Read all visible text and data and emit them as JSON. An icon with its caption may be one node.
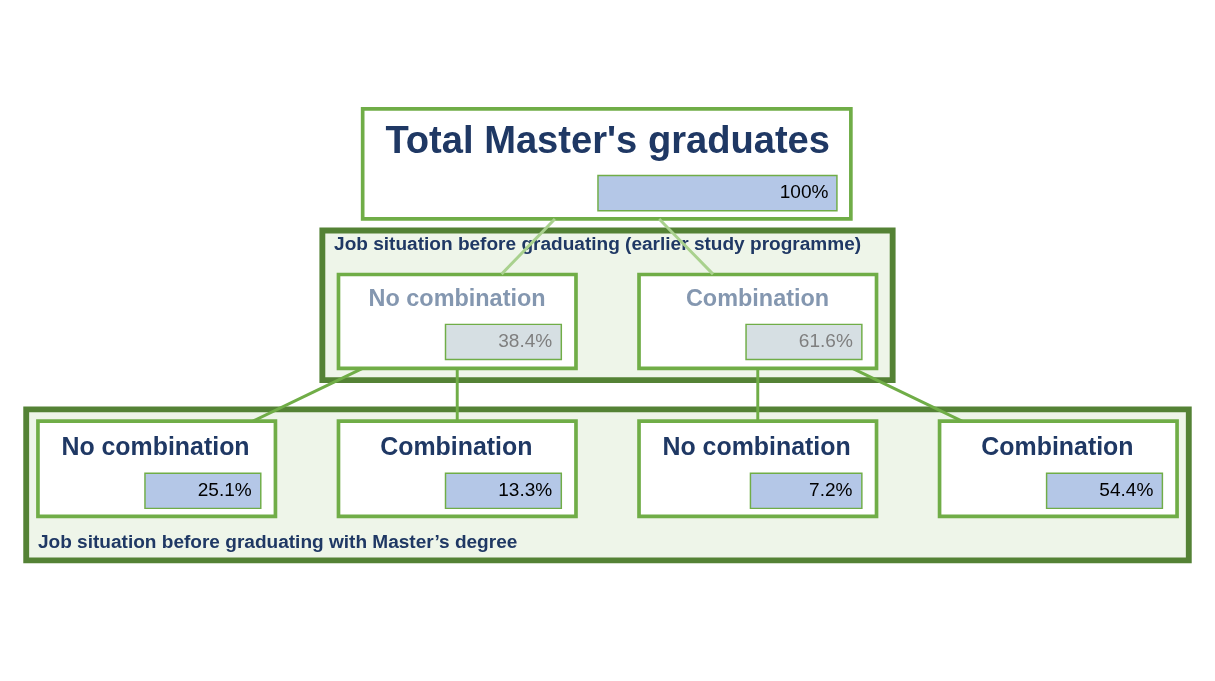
{
  "diagram": {
    "nodes": [
      {
        "text": [
          "Total Master's graduates",
          "100%"
        ]
      },
      {
        "text": [
          "Job situation before graduating (earlier study programme)"
        ]
      },
      {
        "text": [
          "No combination",
          "38.4%"
        ],
        "in": 1
      },
      {
        "text": [
          "Combination",
          "61.6%"
        ],
        "in": 1
      },
      {
        "text": [
          "Job situation before graduating with Master’s degree"
        ]
      },
      {
        "text": [
          "No combination",
          "25.1%"
        ],
        "in": 4
      },
      {
        "text": [
          "Combination",
          "13.3%"
        ],
        "in": 4
      },
      {
        "text": [
          "No combination",
          "7.2%"
        ],
        "in": 4
      },
      {
        "text": [
          "Combination",
          "54.4%"
        ],
        "in": 4
      }
    ],
    "edges": [
      {
        "from": 0,
        "to": 2,
        "arrow": "none"
      },
      {
        "from": 0,
        "to": 3,
        "arrow": "none"
      },
      {
        "from": 2,
        "to": 5,
        "arrow": "none"
      },
      {
        "from": 2,
        "to": 6,
        "arrow": "none"
      },
      {
        "from": 3,
        "to": 7,
        "arrow": "none"
      },
      {
        "from": 3,
        "to": 8,
        "arrow": "none"
      }
    ]
  }
}
